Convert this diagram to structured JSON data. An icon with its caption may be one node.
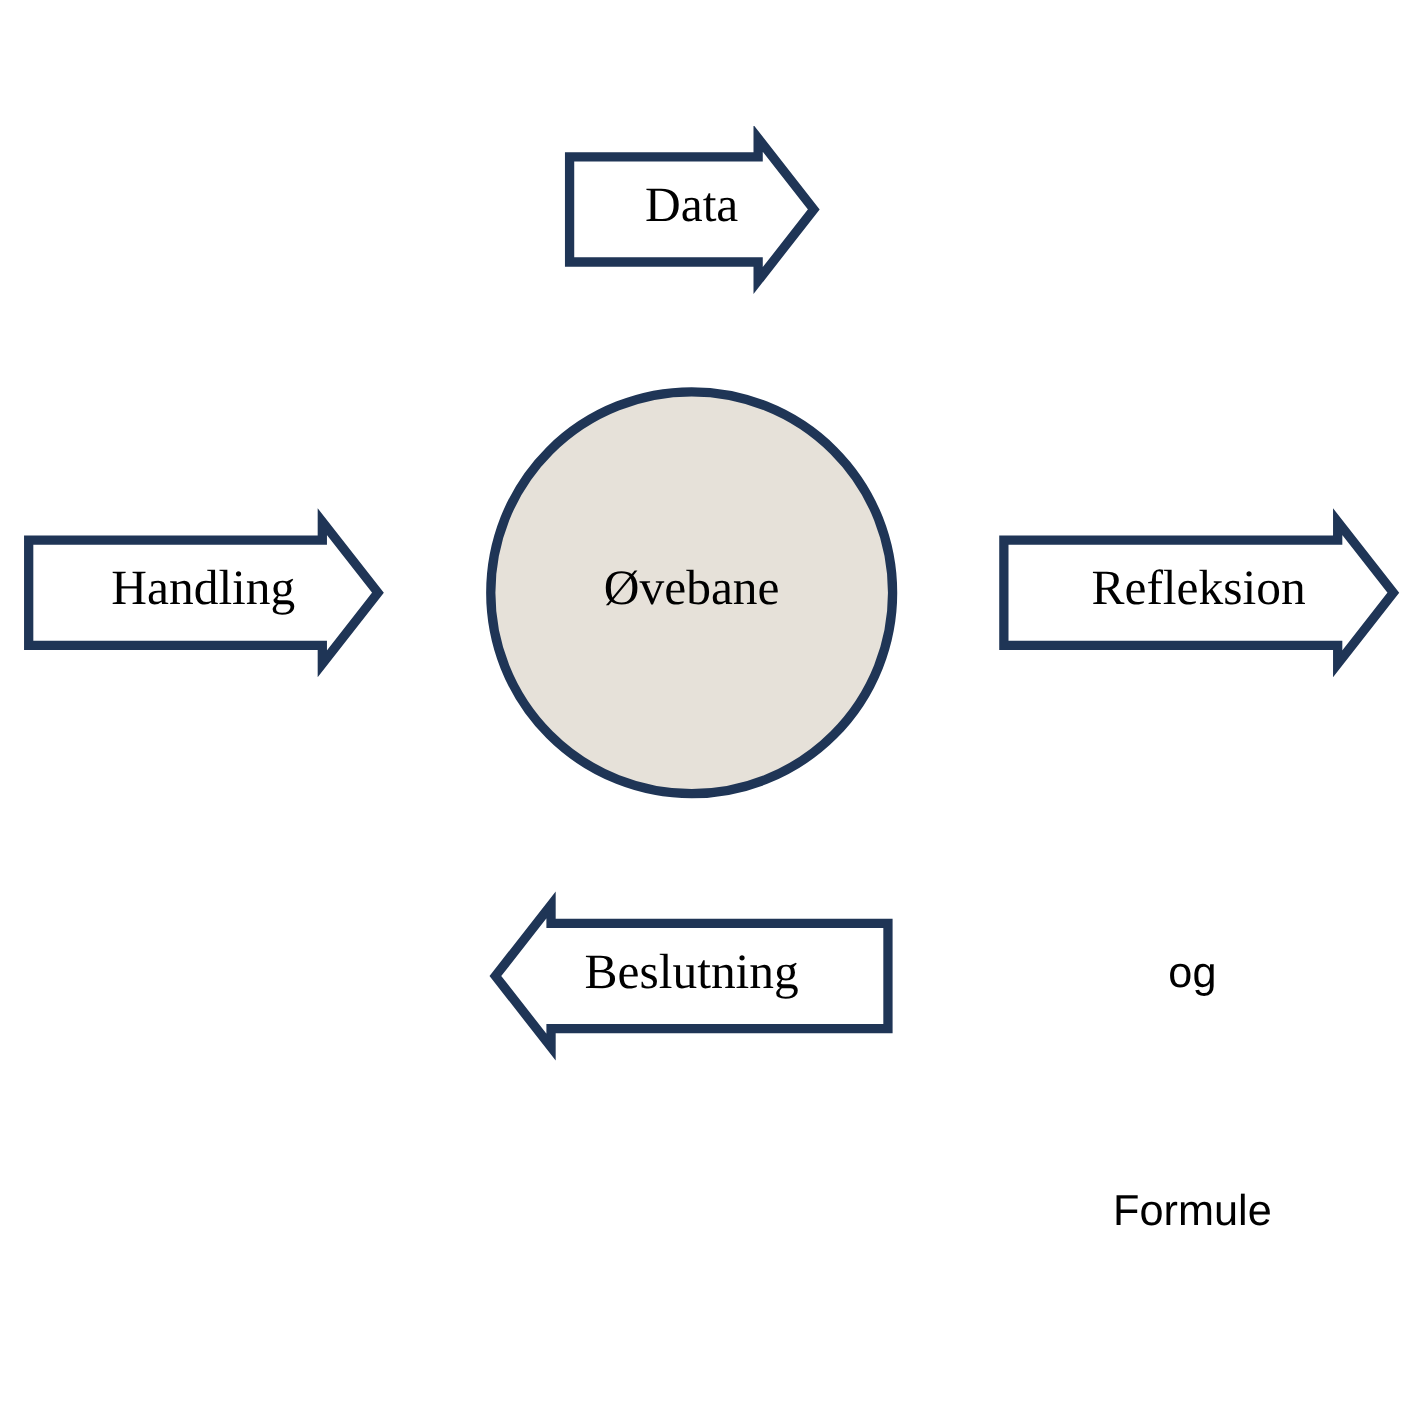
{
  "diagram": {
    "nodes": [
      {
        "text": [
          "Data"
        ]
      },
      {
        "text": [
          "Refleksion"
        ]
      },
      {
        "text": [
          "Beslutning"
        ]
      },
      {
        "text": [
          "Handling"
        ]
      },
      {
        "text": [
          "Øvebane"
        ]
      }
    ],
    "labels": [
      "og",
      "Formule"
    ]
  }
}
